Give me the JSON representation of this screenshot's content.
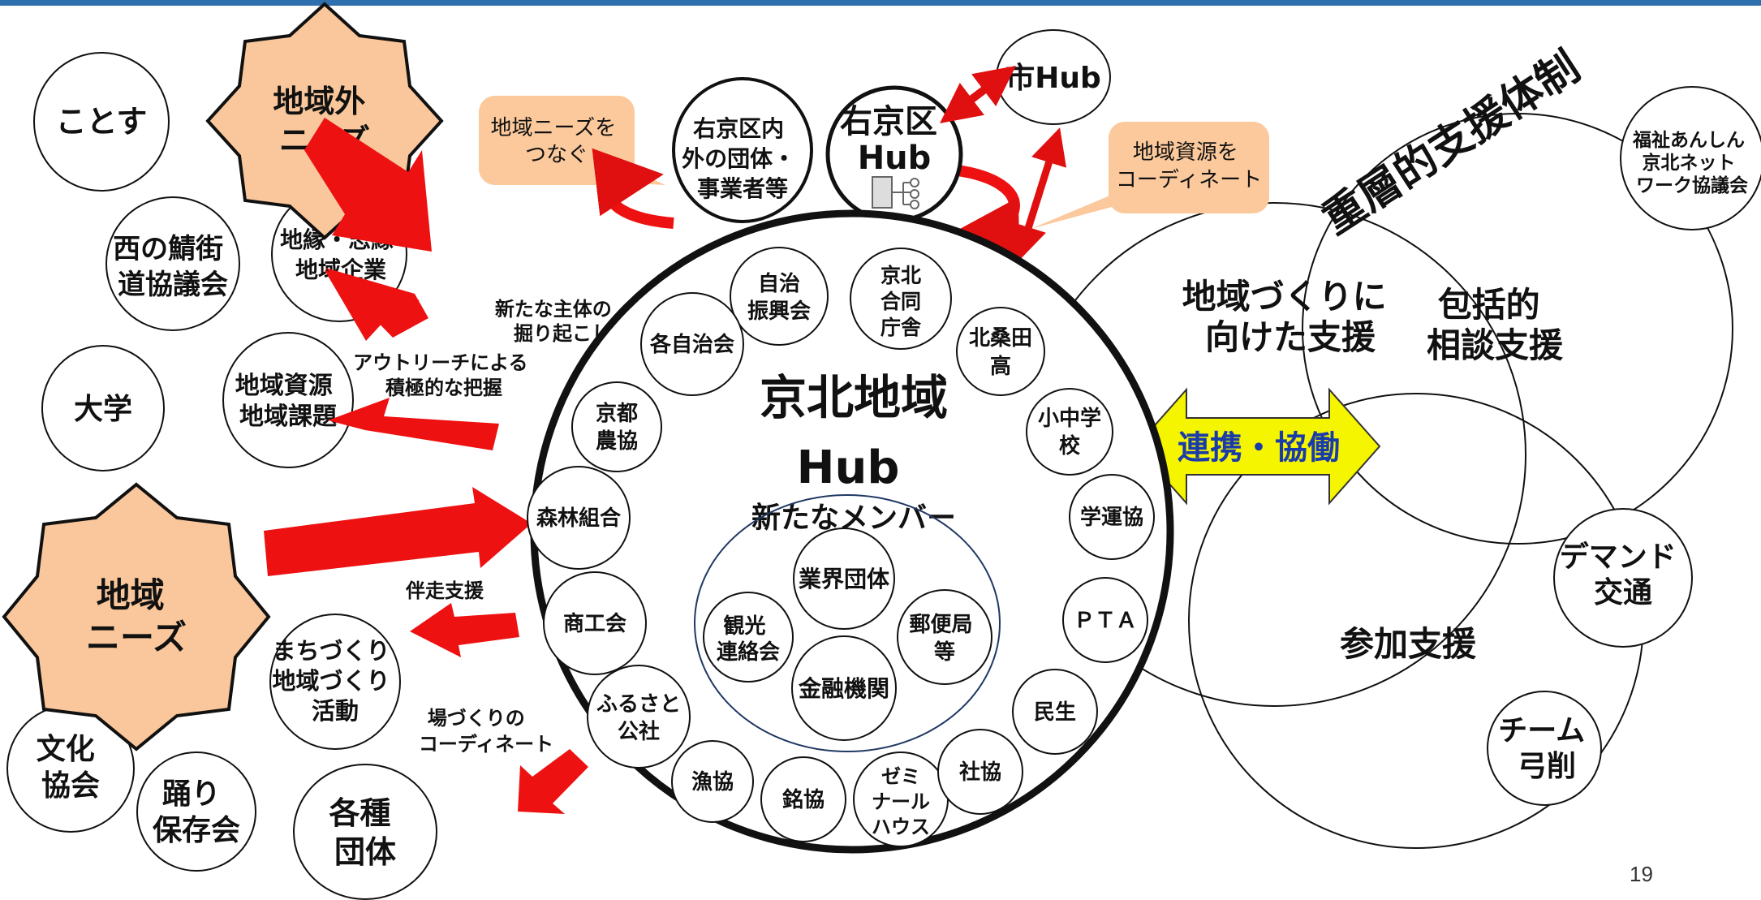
{
  "page_number": "19",
  "colors": {
    "top_bar": "#2e6fad",
    "arrow_red": "#ee1111",
    "needs_fill": "#f9c79b",
    "callout_fill": "#fbc99c",
    "collab_fill": "#f5f500"
  },
  "outer_nodes": {
    "kotosu": "ことす",
    "nishi": [
      "西の鯖街",
      "道協議会"
    ],
    "daigaku": "大学",
    "chien": [
      "地縁・志縁",
      "地域企業"
    ],
    "shigen": [
      "地域資源",
      "地域課題"
    ],
    "machi": [
      "まちづくり",
      "地域づくり",
      "活動"
    ],
    "bunka": [
      "文化",
      "協会"
    ],
    "odori": [
      "踊り",
      "保存会"
    ],
    "kakushu": [
      "各種",
      "団体"
    ]
  },
  "needs": {
    "outside": [
      "地域外",
      "ニーズ"
    ],
    "local": [
      "地域",
      "ニーズ"
    ]
  },
  "arrow_labels": {
    "new_actors": [
      "新たな主体の",
      "掘り起こし"
    ],
    "outreach": [
      "アウトリーチによる",
      "積極的な把握"
    ],
    "accompany": "伴走支援",
    "place": [
      "場づくりの",
      "コーディネート"
    ]
  },
  "callouts": {
    "connect": [
      "地域ニーズを",
      "つなぐ"
    ],
    "coordinate": [
      "地域資源を",
      "コーディネート"
    ]
  },
  "top_nodes": {
    "groups": [
      "右京区内",
      "外の団体・",
      "事業者等"
    ],
    "ukyo_hub": [
      "右京区",
      "Hub"
    ],
    "city_hub": "市Hub"
  },
  "hub": {
    "title_line1": "京北地域",
    "title_line2": "Hub",
    "new_members_label": "新たなメンバー",
    "new_members": {
      "gyokai": "業界団体",
      "kanko": [
        "観光",
        "連絡会"
      ],
      "yubin": [
        "郵便局",
        "等"
      ],
      "kinyu": "金融機関"
    },
    "members": {
      "jichi": [
        "自治",
        "振興会"
      ],
      "chosha": [
        "京北",
        "合同",
        "庁舎"
      ],
      "kakujichi": "各自治会",
      "kitakuwada": [
        "北桑田",
        "高"
      ],
      "nokyo": [
        "京都",
        "農協"
      ],
      "shochu": [
        "小中学",
        "校"
      ],
      "shinrin": "森林組合",
      "gakuun": "学運協",
      "shoko": "商工会",
      "pta": "ＰＴＡ",
      "furusato": [
        "ふるさと",
        "公社"
      ],
      "minsei": "民生",
      "gyokyo": "漁協",
      "meikyo": "銘協",
      "zemi": [
        "ゼミ",
        "ナール",
        "ハウス"
      ],
      "shakyo": "社協"
    }
  },
  "support": {
    "title": "重層的支援体制",
    "chiiki": [
      "地域づくりに",
      "向けた支援"
    ],
    "hokatsu": [
      "包括的",
      "相談支援"
    ],
    "sanka": "参加支援",
    "collab": "連携・協働"
  },
  "right_nodes": {
    "fukushi": [
      "福祉あんしん",
      "京北ネット",
      "ワーク協議会"
    ],
    "demand": [
      "デマンド",
      "交通"
    ],
    "team": [
      "チーム",
      "弓削"
    ]
  }
}
